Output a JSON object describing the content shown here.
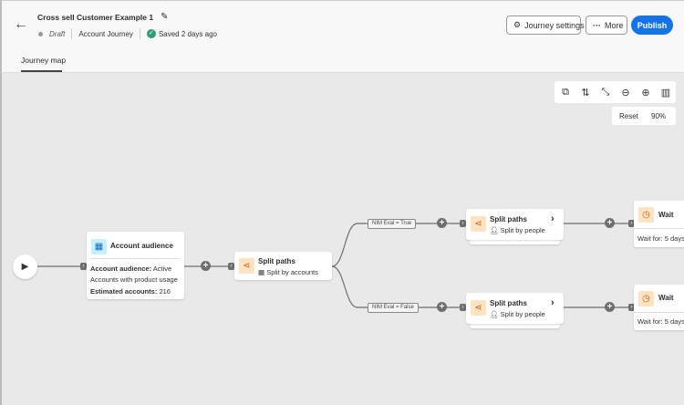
{
  "header": {
    "title": "Cross sell Customer Example 1",
    "status": "Draft",
    "journey_type": "Account Journey",
    "saved": "Saved 2 days ago",
    "buttons": {
      "settings": "Journey settings",
      "more": "More",
      "publish": "Publish"
    }
  },
  "tabs": [
    {
      "label": "Journey map",
      "active": true
    }
  ],
  "toolbar": {
    "reset": "Reset",
    "zoom": "90%"
  },
  "colors": {
    "accent": "#1473e6",
    "success": "#2d9d78",
    "split_icon_bg": "#fde3c3",
    "audience_icon_bg": "#c9f0f8"
  },
  "nodes": {
    "audience": {
      "title": "Account audience",
      "desc_label": "Account audience:",
      "desc_value": "Active",
      "desc_line2": "Accounts with product usage",
      "est_label": "Estimated accounts:",
      "est_value": "216"
    },
    "split_main": {
      "title": "Split paths",
      "sub": "Split by accounts"
    },
    "label_true": "NIM Eval = True",
    "label_false": "NIM Eval = False",
    "split_top": {
      "title": "Split paths",
      "sub": "Split by people"
    },
    "split_bottom": {
      "title": "Split paths",
      "sub": "Split by people"
    },
    "wait_top": {
      "title": "Wait",
      "sub": "Wait for: 5 days"
    },
    "wait_bottom": {
      "title": "Wait",
      "sub": "Wait for: 5 days"
    }
  }
}
